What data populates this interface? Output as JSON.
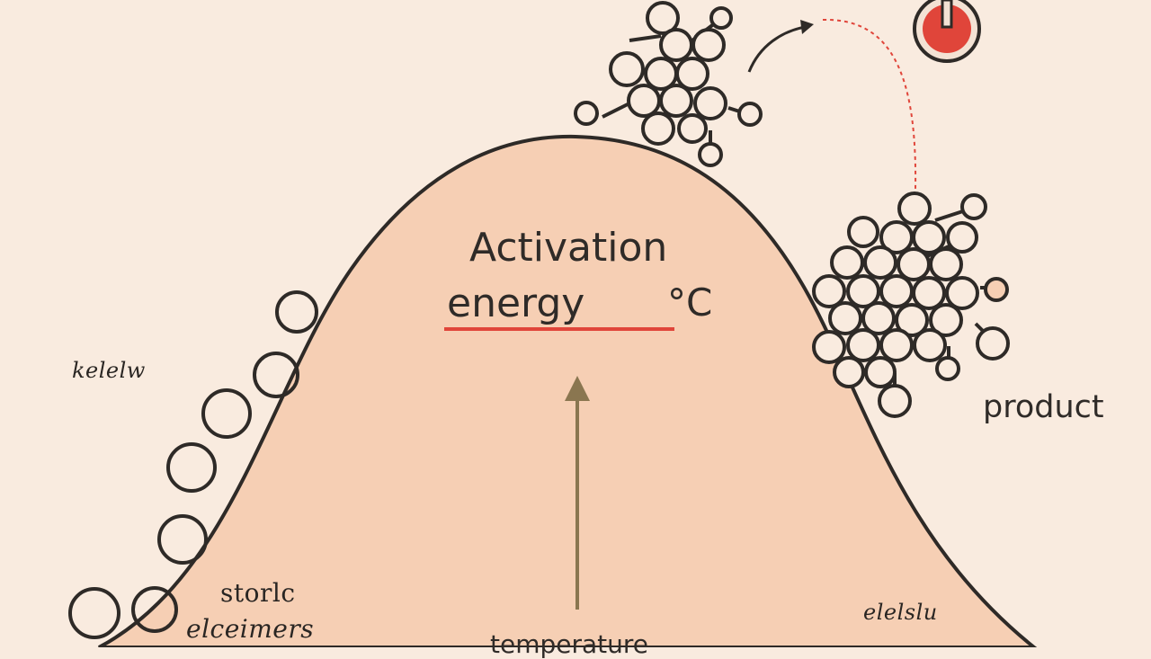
{
  "diagram": {
    "title_line1": "Activation",
    "title_line2": "energy",
    "unit": "°C",
    "left_label": "kelelw",
    "right_label": "product",
    "bottom_left_label_1": "storlc",
    "bottom_left_label_2": "elceimers",
    "bottom_right_label": "elelslu",
    "bottom_center_label": "temperature",
    "icons": [
      "thermometer-icon",
      "molecule-icon"
    ],
    "colors": {
      "background": "#f9ebdf",
      "curve_fill": "#f6cfb4",
      "stroke": "#2e2a27",
      "accent_red": "#e0453a",
      "arrow": "#8a7650"
    }
  }
}
